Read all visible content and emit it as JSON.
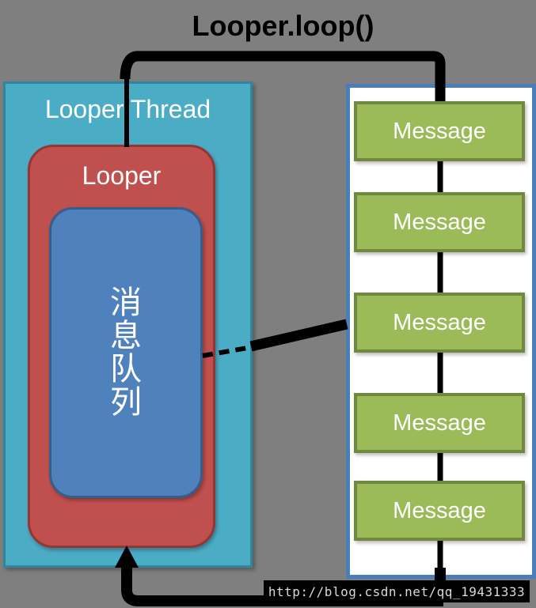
{
  "title": "Looper.loop()",
  "watermark": "http://blog.csdn.net/qq_19431333",
  "thread_box": {
    "label": "Looper Thread"
  },
  "looper_box": {
    "label": "Looper"
  },
  "queue_box": {
    "label": "消息队列",
    "chars": [
      "消",
      "息",
      "队",
      "列"
    ]
  },
  "message_list": {
    "items": [
      "Message",
      "Message",
      "Message",
      "Message",
      "Message"
    ]
  },
  "connectors": {
    "loop_path": "Looper.loop() cycle between Looper thread and message list",
    "queue_link": "dashed link from 消息队列 to message list"
  },
  "colors": {
    "background": "#7F7F7F",
    "thread-fill": "#4BACC6",
    "thread-border": "#31859C",
    "looper-fill": "#C0504D",
    "looper-border": "#943634",
    "queue-fill": "#4F81BD",
    "queue-border": "#385D8A",
    "message-fill": "#9BBB59",
    "message-border": "#71893F",
    "panel-fill": "#FFFFFF",
    "panel-border": "#4A7EBB",
    "connector": "#000000",
    "text-light": "#FFFFFF",
    "text-dark": "#000000",
    "watermark-bg": "#000000",
    "watermark-text": "#D9D9D9"
  }
}
